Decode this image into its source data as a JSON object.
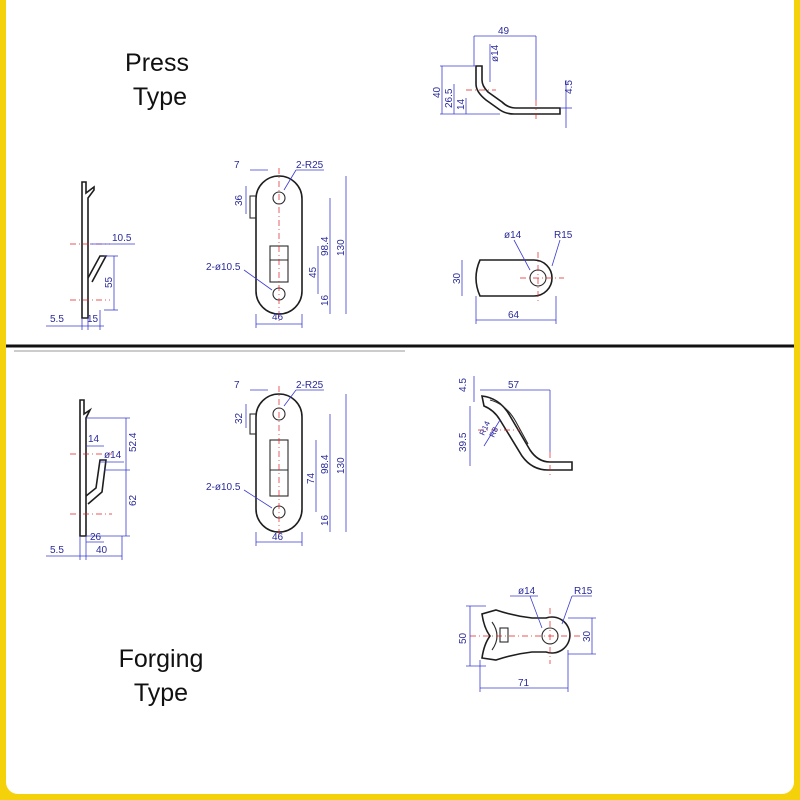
{
  "labels": {
    "press_line1": "Press",
    "press_line2": "Type",
    "forging_line1": "Forging",
    "forging_line2": "Type"
  },
  "colors": {
    "frame": "#f5d10a",
    "outline": "#2a2a2a",
    "dimension": "#3b3bd0",
    "centerline": "#e02020"
  },
  "press": {
    "side_view": {
      "d_10_5": "10.5",
      "d_55": "55",
      "d_5_5": "5.5",
      "d_15": "15"
    },
    "front_view": {
      "d_7": "7",
      "d_2r25": "2-R25",
      "d_36": "36",
      "d_2phi10_5": "2-ø10.5",
      "d_45": "45",
      "d_98_4": "98.4",
      "d_130": "130",
      "d_16": "16",
      "d_46": "46"
    },
    "bracket_side": {
      "d_49": "49",
      "d_phi14": "ø14",
      "d_40": "40",
      "d_26_5": "26.5",
      "d_14": "14",
      "d_4_5": "4.5"
    },
    "bracket_top": {
      "d_phi14": "ø14",
      "d_r15": "R15",
      "d_30": "30",
      "d_64": "64"
    }
  },
  "forging": {
    "side_view": {
      "d_14": "14",
      "d_52_4": "52.4",
      "d_phi14": "ø14",
      "d_62": "62",
      "d_26": "26",
      "d_40": "40",
      "d_5_5": "5.5"
    },
    "front_view": {
      "d_7": "7",
      "d_2r25": "2-R25",
      "d_32": "32",
      "d_2phi10_5": "2-ø10.5",
      "d_74": "74",
      "d_98_4": "98.4",
      "d_130": "130",
      "d_16": "16",
      "d_46": "46"
    },
    "bracket_side": {
      "d_4_5": "4.5",
      "d_57": "57",
      "d_39_5": "39.5",
      "d_r14": "R14",
      "d_r8": "R8"
    },
    "bracket_top": {
      "d_phi14": "ø14",
      "d_r15": "R15",
      "d_50": "50",
      "d_30": "30",
      "d_71": "71"
    }
  }
}
